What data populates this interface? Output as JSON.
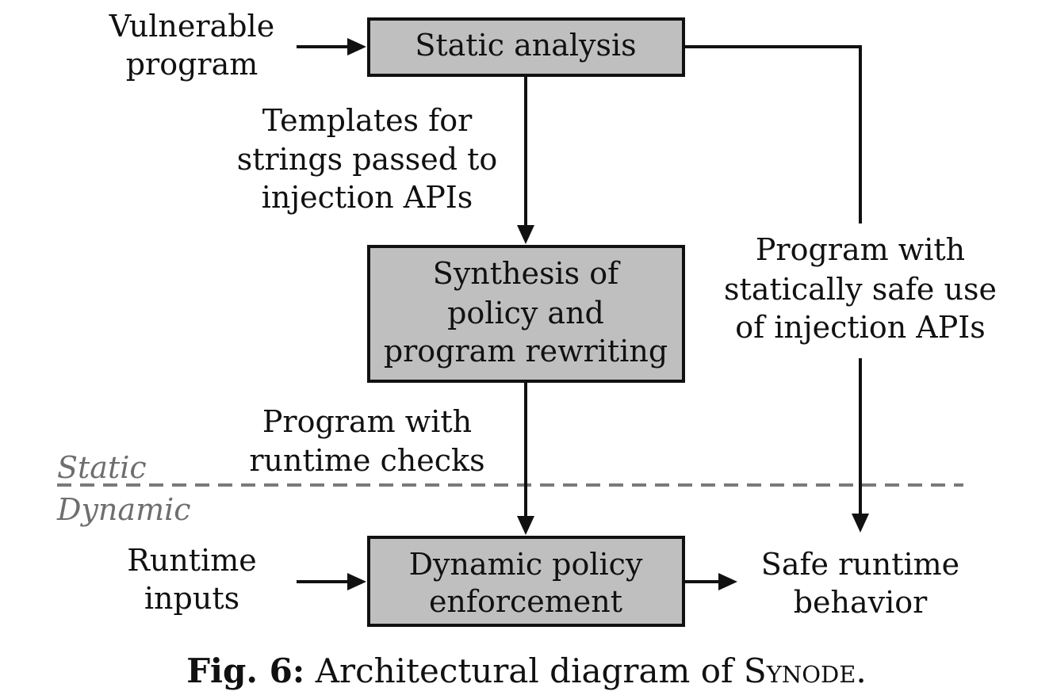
{
  "inputs": {
    "vulnerable_program": [
      "Vulnerable",
      "program"
    ],
    "runtime_inputs": [
      "Runtime",
      "inputs"
    ]
  },
  "boxes": {
    "static_analysis": [
      "Static analysis"
    ],
    "synthesis": [
      "Synthesis of",
      "policy and",
      "program rewriting"
    ],
    "dynamic_enforcement": [
      "Dynamic policy",
      "enforcement"
    ]
  },
  "edge_labels": {
    "templates": [
      "Templates for",
      "strings passed to",
      "injection APIs"
    ],
    "runtime_checks": [
      "Program with",
      "runtime checks"
    ],
    "statically_safe": [
      "Program with",
      "statically safe use",
      "of injection APIs"
    ]
  },
  "output": {
    "safe_behavior": [
      "Safe runtime",
      "behavior"
    ]
  },
  "phases": {
    "static": "Static",
    "dynamic": "Dynamic"
  },
  "caption": {
    "lead": "Fig. 6:",
    "text": "Architectural diagram of",
    "name": "Synode",
    "end": "."
  }
}
